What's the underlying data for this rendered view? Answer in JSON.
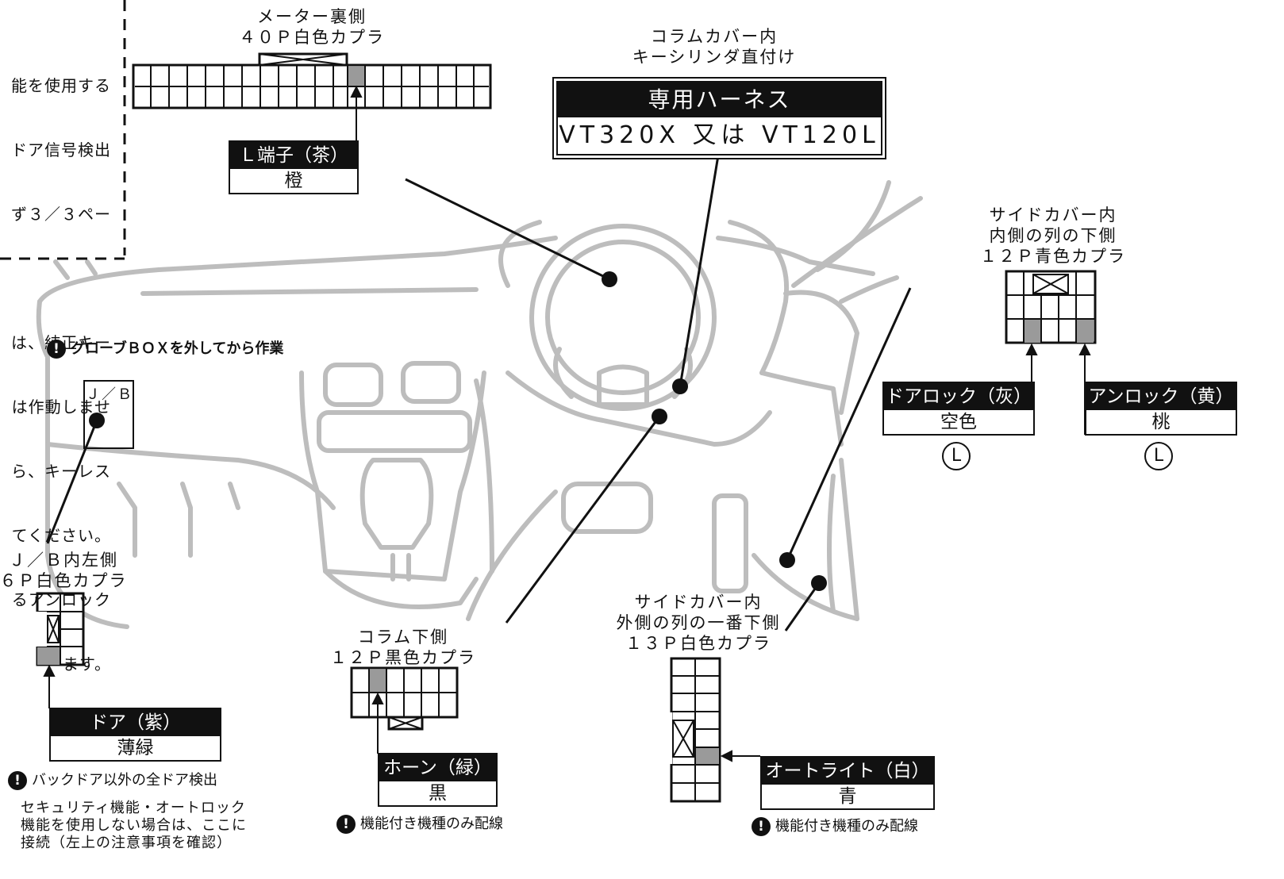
{
  "note_box": {
    "lines": [
      "能を使用する",
      "ドア信号検出",
      "ず３／３ペー",
      "",
      "は、純正キー",
      "は作動しませ",
      "ら、キーレス",
      "てください。",
      "るアンロック",
      "ます。"
    ]
  },
  "meter": {
    "title": "メーター裏側\n４０Ｐ白色カプラ",
    "label_top": "Ｌ端子（茶）",
    "label_bottom": "橙"
  },
  "column": {
    "title": "コラムカバー内\nキーシリンダ直付け",
    "harness_title": "専用ハーネス",
    "harness_models": "VT320X 又は VT120L"
  },
  "glove": {
    "warning": "グローブＢＯＸを外してから作業",
    "jb_box": "Ｊ／Ｂ"
  },
  "jb": {
    "title": "Ｊ／Ｂ内左側\n６Ｐ白色カプラ",
    "label_top": "ドア（紫）",
    "label_bottom": "薄緑",
    "warning": "バックドア以外の全ドア検出",
    "note": "セキュリティ機能・オートロック\n機能を使用しない場合は、ここに\n接続（左上の注意事項を確認）"
  },
  "side_inner": {
    "title": "サイドカバー内\n内側の列の下側\n１２Ｐ青色カプラ",
    "lock_top": "ドアロック（灰）",
    "lock_bottom": "空色",
    "unlock_top": "アンロック（黄）",
    "unlock_bottom": "桃",
    "lock_mark": "L",
    "unlock_mark": "L"
  },
  "column_lower": {
    "title": "コラム下側\n１２Ｐ黒色カプラ",
    "label_top": "ホーン（緑）",
    "label_bottom": "黒",
    "warning": "機能付き機種のみ配線"
  },
  "side_outer": {
    "title": "サイドカバー内\n外側の列の一番下側\n１３Ｐ白色カプラ",
    "label_top": "オートライト（白）",
    "label_bottom": "青",
    "warning": "機能付き機種のみ配線"
  },
  "colors": {
    "line": "#111111",
    "dash_gray": "#bdbdbd",
    "pin_fill": "#9a9a9a"
  },
  "warning_icon": "exclamation-circle-icon"
}
